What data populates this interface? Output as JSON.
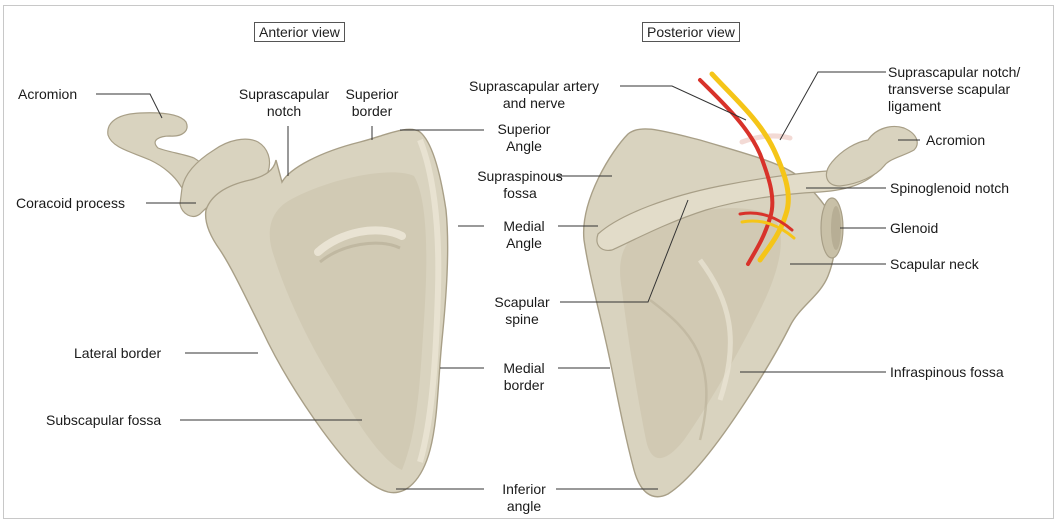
{
  "views": {
    "anterior": {
      "title": "Anterior view"
    },
    "posterior": {
      "title": "Posterior view"
    }
  },
  "anterior_labels": {
    "acromion": "Acromion",
    "suprascapular_notch": "Suprascapular\nnotch",
    "superior_border": "Superior\nborder",
    "superior_angle": "Superior\nAngle",
    "coracoid_process": "Coracoid process",
    "medial_angle": "Medial\nAngle",
    "lateral_border": "Lateral border",
    "medial_border": "Medial\nborder",
    "subscapular_fossa": "Subscapular fossa",
    "inferior_angle": "Inferior\nangle"
  },
  "posterior_labels": {
    "suprascapular_artery_nerve": "Suprascapular artery\nand nerve",
    "supraspinous_fossa": "Supraspinous\nfossa",
    "scapular_spine": "Scapular\nspine",
    "suprascapular_notch_ligament": "Suprascapular notch/\ntransverse scapular\nligament",
    "acromion": "Acromion",
    "spinoglenoid_notch": "Spinoglenoid notch",
    "glenoid": "Glenoid",
    "scapular_neck": "Scapular neck",
    "infraspinous_fossa": "Infraspinous fossa"
  },
  "colors": {
    "bone": "#d9d3bf",
    "bone_shadow": "#a89f87",
    "bone_highlight": "#ebe6d6",
    "artery": "#d8322a",
    "nerve": "#f5c518",
    "leader": "#333333"
  }
}
